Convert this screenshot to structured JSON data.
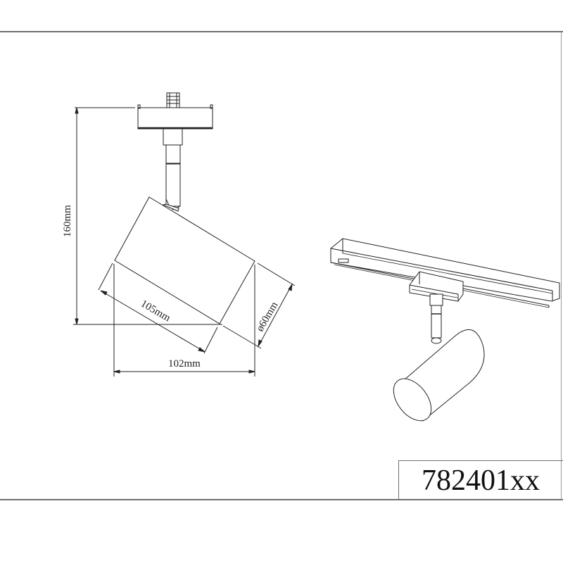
{
  "drawing": {
    "title": "Track spotlight dimension drawing",
    "product_code": "782401xx",
    "dimensions": {
      "height": "160mm",
      "length": "105mm",
      "width": "102mm",
      "diameter": "ø60mm"
    },
    "units": "mm",
    "views": [
      {
        "name": "side-elevation",
        "description": "Side view with dimensions"
      },
      {
        "name": "perspective",
        "description": "Perspective view mounted on track rail"
      }
    ],
    "line_color": "#222222",
    "frame_color": "#6e6e6e"
  }
}
